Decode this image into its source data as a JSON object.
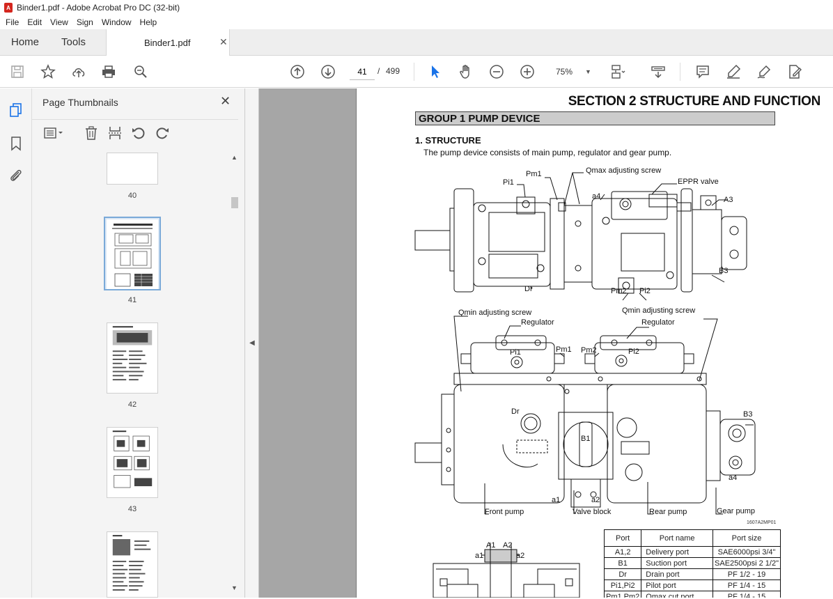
{
  "window": {
    "title": "Binder1.pdf - Adobe Acrobat Pro DC (32-bit)"
  },
  "menu": [
    "File",
    "Edit",
    "View",
    "Sign",
    "Window",
    "Help"
  ],
  "tabs": {
    "home": "Home",
    "tools": "Tools",
    "document": "Binder1.pdf"
  },
  "toolbar": {
    "current_page": "41",
    "page_separator": "/",
    "total_pages": "499",
    "zoom": "75%"
  },
  "thumbnails_panel": {
    "title": "Page Thumbnails",
    "pages": [
      {
        "label": "40"
      },
      {
        "label": "41",
        "selected": true
      },
      {
        "label": "42"
      },
      {
        "label": "43"
      }
    ]
  },
  "document": {
    "section_title": "SECTION  2  STRUCTURE AND FUNCTION",
    "group_title": "GROUP  1  PUMP DEVICE",
    "structure_heading": "1. STRUCTURE",
    "structure_description": "The pump device consists of main pump, regulator and gear pump.",
    "top_view_labels": {
      "pm1": "Pm1",
      "pi1": "Pi1",
      "qmax": "Qmax adjusting screw",
      "a4": "a4",
      "eppr": "EPPR valve",
      "a3": "A3",
      "b3": "B3",
      "dr": "Dr",
      "pm2": "Pm2",
      "pi2": "Pi2"
    },
    "front_view_labels": {
      "qmin_left": "Qmin adjusting screw",
      "regulator_left": "Regulator",
      "qmin_right": "Qmin adjusting screw",
      "regulator_right": "Regulator",
      "pi1": "Pi1",
      "pm1": "Pm1",
      "pm2": "Pm2",
      "pi2": "Pi2",
      "dr": "Dr",
      "b1": "B1",
      "b3": "B3",
      "a4": "a4",
      "a1": "a1",
      "a2": "a2",
      "front_pump": "Front pump",
      "valve_block": "Valve block",
      "rear_pump": "Rear pump",
      "gear_pump": "Gear pump"
    },
    "figure_code": "1607A2MP01",
    "schematic_labels": {
      "A1": "A1",
      "A2": "A2",
      "a1": "a1",
      "a2": "a2"
    },
    "port_table": {
      "headers": [
        "Port",
        "Port name",
        "Port size"
      ],
      "rows": [
        [
          "A1,2",
          "Delivery port",
          "SAE6000psi 3/4\""
        ],
        [
          "B1",
          "Suction port",
          "SAE2500psi 2 1/2\""
        ],
        [
          "Dr",
          "Drain port",
          "PF 1/2 - 19"
        ],
        [
          "Pi1,Pi2",
          "Pilot port",
          "PF 1/4 - 15"
        ],
        [
          "Pm1,Pm2",
          "Qmax cut port",
          "PF 1/4 - 15"
        ]
      ]
    }
  }
}
